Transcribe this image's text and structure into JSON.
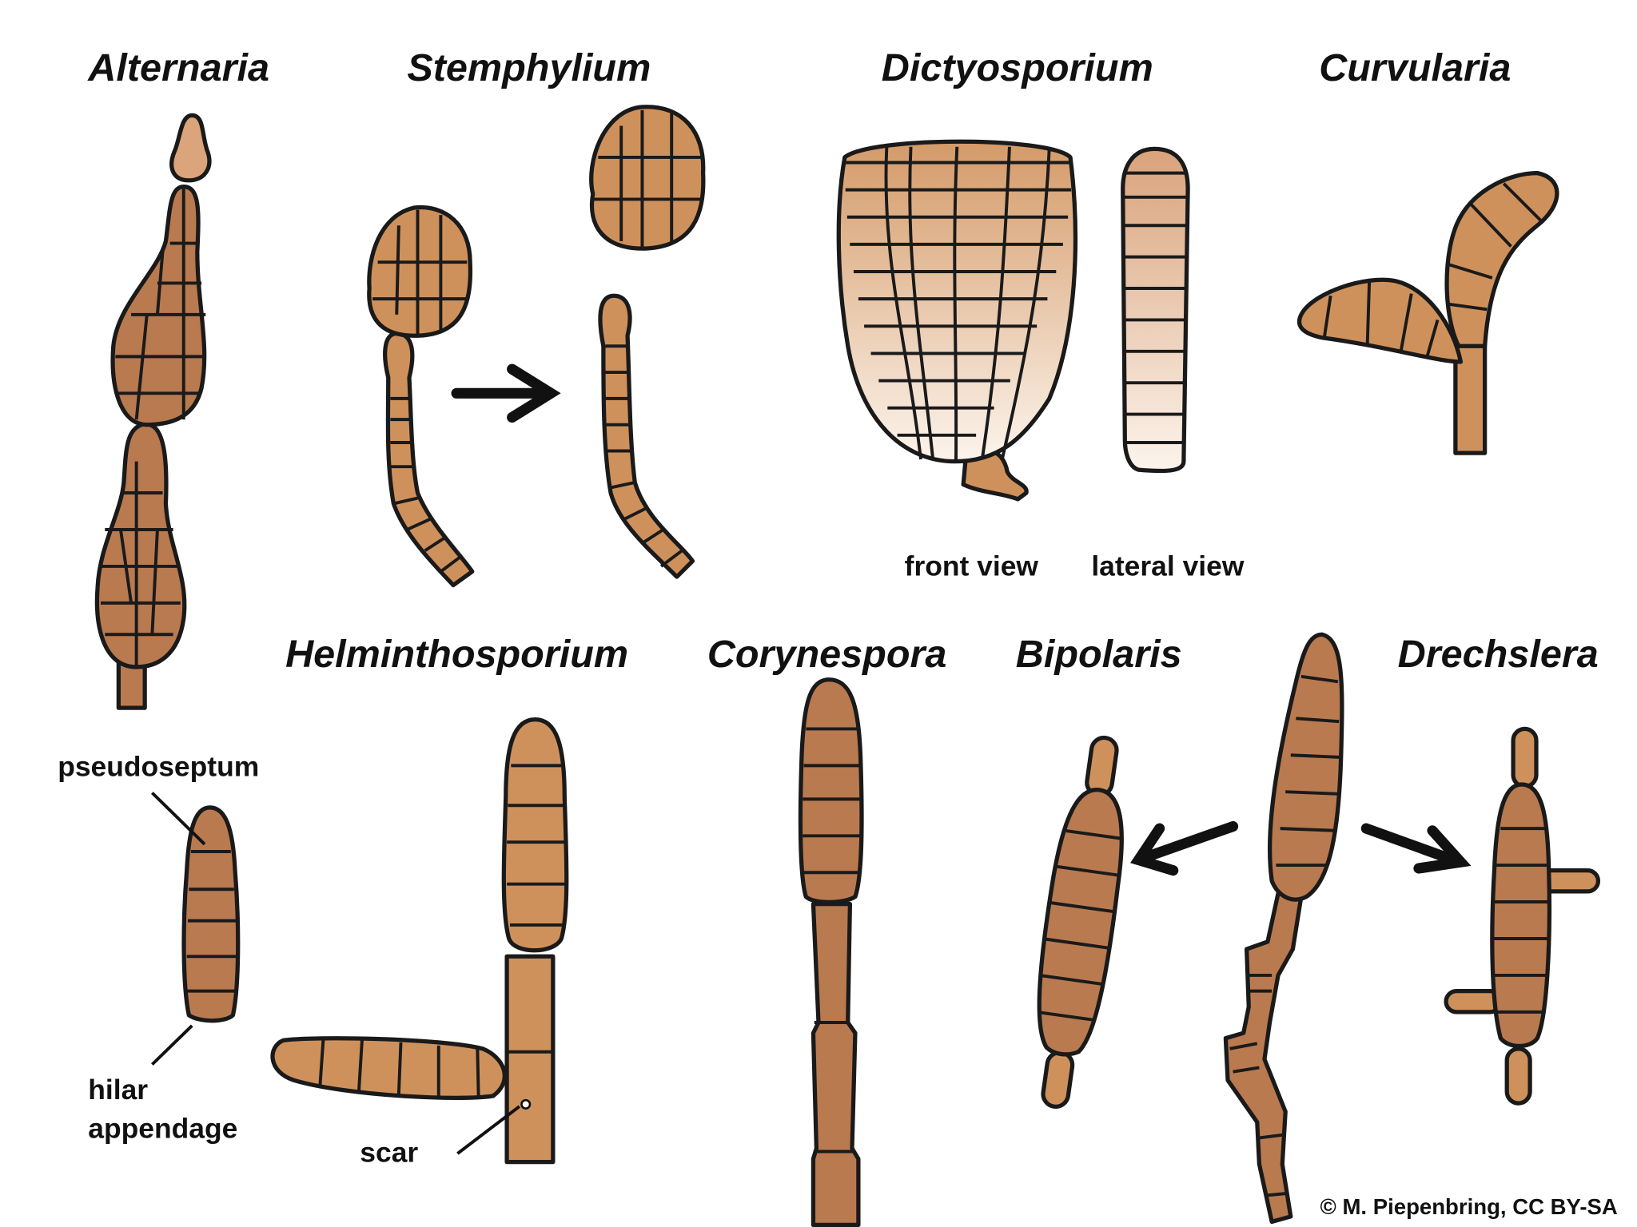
{
  "titles": {
    "alternaria": "Alternaria",
    "stemphylium": "Stemphylium",
    "dictyosporium": "Dictyosporium",
    "curvularia": "Curvularia",
    "helminthosporium": "Helminthosporium",
    "corynespora": "Corynespora",
    "bipolaris": "Bipolaris",
    "drechslera": "Drechslera"
  },
  "labels": {
    "front_view": "front view",
    "lateral_view": "lateral view",
    "pseudoseptum": "pseudoseptum",
    "hilar": "hilar",
    "appendage": "appendage",
    "scar": "scar"
  },
  "copyright": "© M. Piepenbring, CC BY-SA",
  "colors": {
    "dark_brown": "#b97a50",
    "medium_brown": "#cf915c",
    "light_brown": "#dca47a",
    "pale": "#f8ebe0",
    "outline": "#1a1a1a"
  }
}
